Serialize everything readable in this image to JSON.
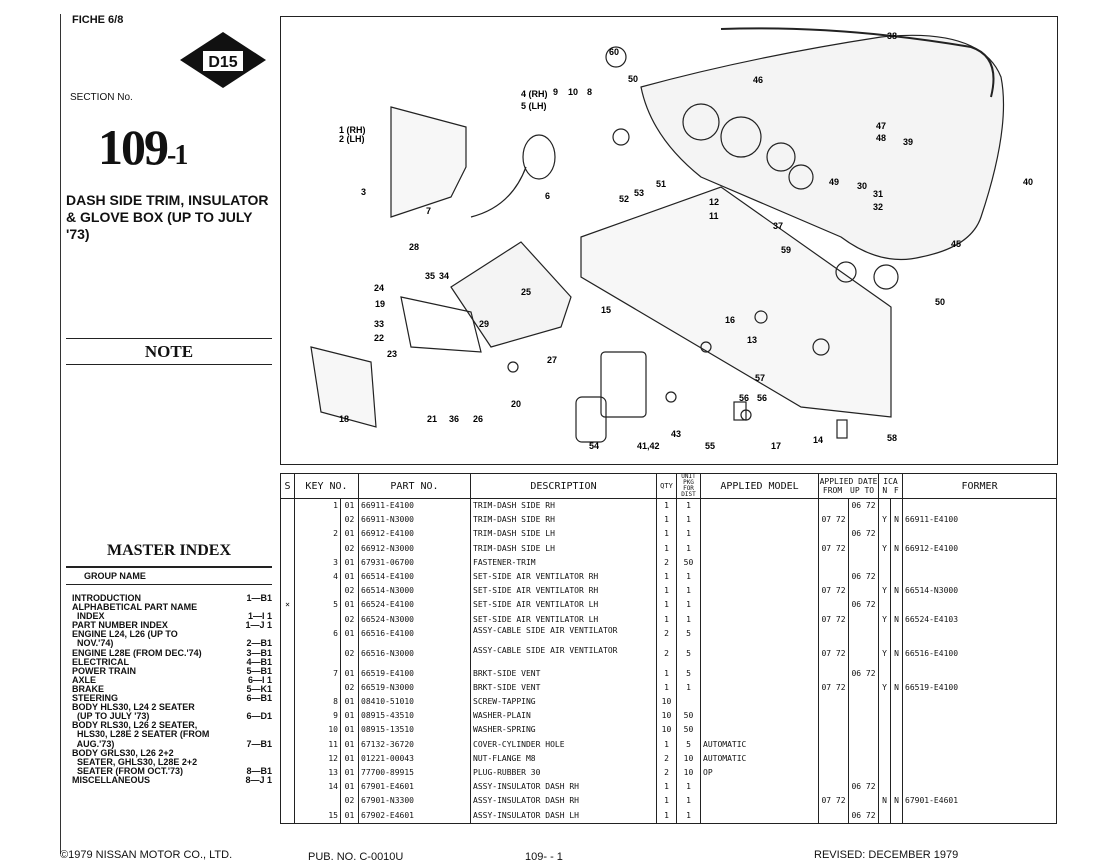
{
  "header": {
    "fiche": "FICHE 6/8",
    "badge": "D15",
    "section_label": "SECTION No.",
    "section_number": "109",
    "section_suffix": "-1",
    "title": "DASH SIDE TRIM, INSULATOR & GLOVE BOX (UP TO JULY '73)"
  },
  "note_title": "NOTE",
  "master_index": {
    "title": "MASTER INDEX",
    "group_name": "GROUP NAME",
    "items": [
      {
        "label": "INTRODUCTION",
        "ref": "1—B1"
      },
      {
        "label": "ALPHABETICAL PART NAME",
        "ref": ""
      },
      {
        "label": "  INDEX",
        "ref": "1—I 1"
      },
      {
        "label": "PART NUMBER INDEX",
        "ref": "1—J 1"
      },
      {
        "label": "ENGINE L24, L26 (UP TO",
        "ref": ""
      },
      {
        "label": "  NOV.'74)",
        "ref": "2—B1"
      },
      {
        "label": "ENGINE L28E (FROM DEC.'74)",
        "ref": "3—B1"
      },
      {
        "label": "ELECTRICAL",
        "ref": "4—B1"
      },
      {
        "label": "POWER TRAIN",
        "ref": "5—B1"
      },
      {
        "label": "AXLE",
        "ref": "6—I 1"
      },
      {
        "label": "BRAKE",
        "ref": "5—K1"
      },
      {
        "label": "STEERING",
        "ref": "6—B1"
      },
      {
        "label": "BODY HLS30, L24 2 SEATER",
        "ref": ""
      },
      {
        "label": "  (UP TO JULY '73)",
        "ref": "6—D1"
      },
      {
        "label": "BODY RLS30, L26 2 SEATER,",
        "ref": ""
      },
      {
        "label": "  HLS30, L28E 2 SEATER (FROM",
        "ref": ""
      },
      {
        "label": "  AUG.'73)",
        "ref": "7—B1"
      },
      {
        "label": "BODY GRLS30, L26 2+2",
        "ref": ""
      },
      {
        "label": "  SEATER, GHLS30, L28E 2+2",
        "ref": ""
      },
      {
        "label": "  SEATER (FROM OCT.'73)",
        "ref": "8—B1"
      },
      {
        "label": "MISCELLANEOUS",
        "ref": "8—J 1"
      }
    ]
  },
  "diagram": {
    "callouts": [
      "60",
      "9",
      "10",
      "8",
      "50",
      "38",
      "46",
      "4 (RH)",
      "5 (LH)",
      "1 (RH)",
      "2 (LH)",
      "47",
      "48",
      "39",
      "40",
      "3",
      "6",
      "7",
      "52",
      "53",
      "51",
      "12",
      "11",
      "49",
      "30",
      "31",
      "32",
      "37",
      "45",
      "28",
      "34",
      "35",
      "24",
      "19",
      "25",
      "33",
      "29",
      "22",
      "23",
      "15",
      "16",
      "13",
      "59",
      "50",
      "27",
      "18",
      "21",
      "36",
      "26",
      "20",
      "57",
      "56",
      "56",
      "54",
      "41,42",
      "43",
      "55",
      "17",
      "14",
      "58"
    ]
  },
  "table": {
    "headers": {
      "s": "S",
      "key_no": "KEY NO.",
      "part_no": "PART  NO.",
      "description": "DESCRIPTION",
      "qty": "QTY",
      "unit_pkg": "UNIT PKG FOR DIST",
      "applied_model": "APPLIED MODEL",
      "applied_date": "APPLIED DATE",
      "from": "FROM",
      "up_to": "UP TO",
      "ica": "ICA",
      "n": "N",
      "f": "F",
      "former": "FORMER"
    },
    "rows": [
      {
        "s": "",
        "key": "1",
        "sub": "01",
        "part": "66911-E4100",
        "desc": "TRIM-DASH SIDE RH",
        "qty": "1",
        "unit": "1",
        "model": "",
        "from": "",
        "upto": "06 72",
        "n": "",
        "f": "",
        "former": ""
      },
      {
        "s": "",
        "key": "",
        "sub": "02",
        "part": "66911-N3000",
        "desc": "TRIM-DASH SIDE RH",
        "qty": "1",
        "unit": "1",
        "model": "",
        "from": "07 72",
        "upto": "",
        "n": "Y",
        "f": "N",
        "former": "66911-E4100"
      },
      {
        "s": "",
        "key": "2",
        "sub": "01",
        "part": "66912-E4100",
        "desc": "TRIM-DASH SIDE LH",
        "qty": "1",
        "unit": "1",
        "model": "",
        "from": "",
        "upto": "06 72",
        "n": "",
        "f": "",
        "former": ""
      },
      {
        "s": "",
        "key": "",
        "sub": "02",
        "part": "66912-N3000",
        "desc": "TRIM-DASH SIDE LH",
        "qty": "1",
        "unit": "1",
        "model": "",
        "from": "07 72",
        "upto": "",
        "n": "Y",
        "f": "N",
        "former": "66912-E4100"
      },
      {
        "s": "",
        "key": "3",
        "sub": "01",
        "part": "67931-06700",
        "desc": "FASTENER-TRIM",
        "qty": "2",
        "unit": "50",
        "model": "",
        "from": "",
        "upto": "",
        "n": "",
        "f": "",
        "former": ""
      },
      {
        "s": "",
        "key": "4",
        "sub": "01",
        "part": "66514-E4100",
        "desc": "SET-SIDE AIR VENTILATOR RH",
        "qty": "1",
        "unit": "1",
        "model": "",
        "from": "",
        "upto": "06 72",
        "n": "",
        "f": "",
        "former": ""
      },
      {
        "s": "",
        "key": "",
        "sub": "02",
        "part": "66514-N3000",
        "desc": "SET-SIDE AIR VENTILATOR RH",
        "qty": "1",
        "unit": "1",
        "model": "",
        "from": "07 72",
        "upto": "",
        "n": "Y",
        "f": "N",
        "former": "66514-N3000"
      },
      {
        "s": "×",
        "key": "5",
        "sub": "01",
        "part": "66524-E4100",
        "desc": "SET-SIDE AIR VENTILATOR LH",
        "qty": "1",
        "unit": "1",
        "model": "",
        "from": "",
        "upto": "06 72",
        "n": "",
        "f": "",
        "former": ""
      },
      {
        "s": "",
        "key": "",
        "sub": "02",
        "part": "66524-N3000",
        "desc": "SET-SIDE AIR VENTILATOR LH",
        "qty": "1",
        "unit": "1",
        "model": "",
        "from": "07 72",
        "upto": "",
        "n": "Y",
        "f": "N",
        "former": "66524-E4103"
      },
      {
        "s": "",
        "key": "6",
        "sub": "01",
        "part": "66516-E4100",
        "desc": "ASSY-CABLE SIDE AIR VENTILATOR",
        "qty": "2",
        "unit": "5",
        "model": "",
        "from": "",
        "upto": "",
        "n": "",
        "f": "",
        "former": ""
      },
      {
        "s": "",
        "key": "",
        "sub": "02",
        "part": "66516-N3000",
        "desc": "ASSY-CABLE SIDE AIR VENTILATOR",
        "qty": "2",
        "unit": "5",
        "model": "",
        "from": "07 72",
        "upto": "",
        "n": "Y",
        "f": "N",
        "former": "66516-E4100"
      },
      {
        "s": "",
        "key": "7",
        "sub": "01",
        "part": "66519-E4100",
        "desc": "BRKT-SIDE VENT",
        "qty": "1",
        "unit": "5",
        "model": "",
        "from": "",
        "upto": "06 72",
        "n": "",
        "f": "",
        "former": ""
      },
      {
        "s": "",
        "key": "",
        "sub": "02",
        "part": "66519-N3000",
        "desc": "BRKT-SIDE VENT",
        "qty": "1",
        "unit": "1",
        "model": "",
        "from": "07 72",
        "upto": "",
        "n": "Y",
        "f": "N",
        "former": "66519-E4100"
      },
      {
        "s": "",
        "key": "8",
        "sub": "01",
        "part": "08410-51010",
        "desc": "SCREW-TAPPING",
        "qty": "10",
        "unit": "",
        "model": "",
        "from": "",
        "upto": "",
        "n": "",
        "f": "",
        "former": ""
      },
      {
        "s": "",
        "key": "9",
        "sub": "01",
        "part": "08915-43510",
        "desc": "WASHER-PLAIN",
        "qty": "10",
        "unit": "50",
        "model": "",
        "from": "",
        "upto": "",
        "n": "",
        "f": "",
        "former": ""
      },
      {
        "s": "",
        "key": "10",
        "sub": "01",
        "part": "08915-13510",
        "desc": "WASHER-SPRING",
        "qty": "10",
        "unit": "50",
        "model": "",
        "from": "",
        "upto": "",
        "n": "",
        "f": "",
        "former": ""
      },
      {
        "s": "",
        "key": "11",
        "sub": "01",
        "part": "67132-36720",
        "desc": "COVER-CYLINDER HOLE",
        "qty": "1",
        "unit": "5",
        "model": "AUTOMATIC",
        "from": "",
        "upto": "",
        "n": "",
        "f": "",
        "former": ""
      },
      {
        "s": "",
        "key": "12",
        "sub": "01",
        "part": "01221-00043",
        "desc": "NUT-FLANGE M8",
        "qty": "2",
        "unit": "10",
        "model": "AUTOMATIC",
        "from": "",
        "upto": "",
        "n": "",
        "f": "",
        "former": ""
      },
      {
        "s": "",
        "key": "13",
        "sub": "01",
        "part": "77700-89915",
        "desc": "PLUG-RUBBER 30",
        "qty": "2",
        "unit": "10",
        "model": "OP",
        "from": "",
        "upto": "",
        "n": "",
        "f": "",
        "former": ""
      },
      {
        "s": "",
        "key": "14",
        "sub": "01",
        "part": "67901-E4601",
        "desc": "ASSY-INSULATOR DASH RH",
        "qty": "1",
        "unit": "1",
        "model": "",
        "from": "",
        "upto": "06 72",
        "n": "",
        "f": "",
        "former": ""
      },
      {
        "s": "",
        "key": "",
        "sub": "02",
        "part": "67901-N3300",
        "desc": "ASSY-INSULATOR DASH RH",
        "qty": "1",
        "unit": "1",
        "model": "",
        "from": "07 72",
        "upto": "",
        "n": "N",
        "f": "N",
        "former": "67901-E4601"
      },
      {
        "s": "",
        "key": "15",
        "sub": "01",
        "part": "67902-E4601",
        "desc": "ASSY-INSULATOR DASH LH",
        "qty": "1",
        "unit": "1",
        "model": "",
        "from": "",
        "upto": "06 72",
        "n": "",
        "f": "",
        "former": ""
      }
    ]
  },
  "footer": {
    "copyright": "©1979 NISSAN MOTOR CO., LTD.",
    "pub_no": "PUB. NO. C-0010U",
    "page": "109- - 1",
    "revised": "REVISED: DECEMBER 1979"
  }
}
